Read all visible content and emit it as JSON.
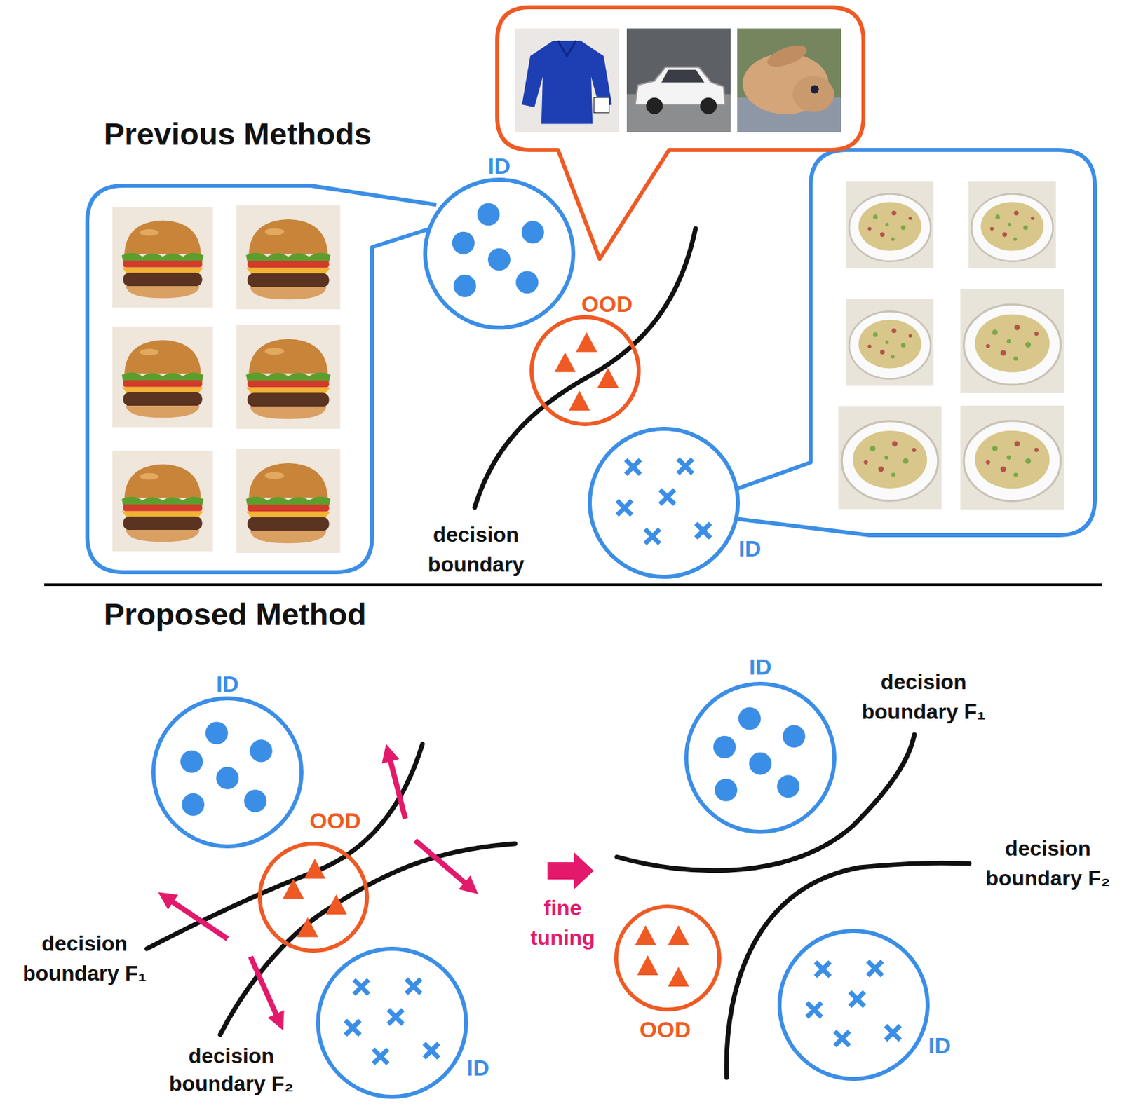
{
  "diagram": {
    "nodes": [
      {
        "text": [
          "ID"
        ]
      },
      {
        "text": [
          "OOD"
        ]
      },
      {
        "text": [
          "ID"
        ]
      },
      {
        "text": [
          "ID"
        ]
      },
      {
        "text": [
          "OOD"
        ]
      },
      {
        "text": [
          "ID"
        ]
      },
      {
        "text": [
          "ID"
        ]
      },
      {
        "text": [
          "OOD"
        ]
      },
      {
        "text": [
          "ID"
        ]
      }
    ],
    "labels": [
      "Previous Methods",
      "decision boundary",
      "Proposed Method",
      "decision boundary F₁",
      "decision boundary F₂",
      "fine tuning",
      "decision boundary F₁",
      "decision boundary F₂"
    ]
  }
}
